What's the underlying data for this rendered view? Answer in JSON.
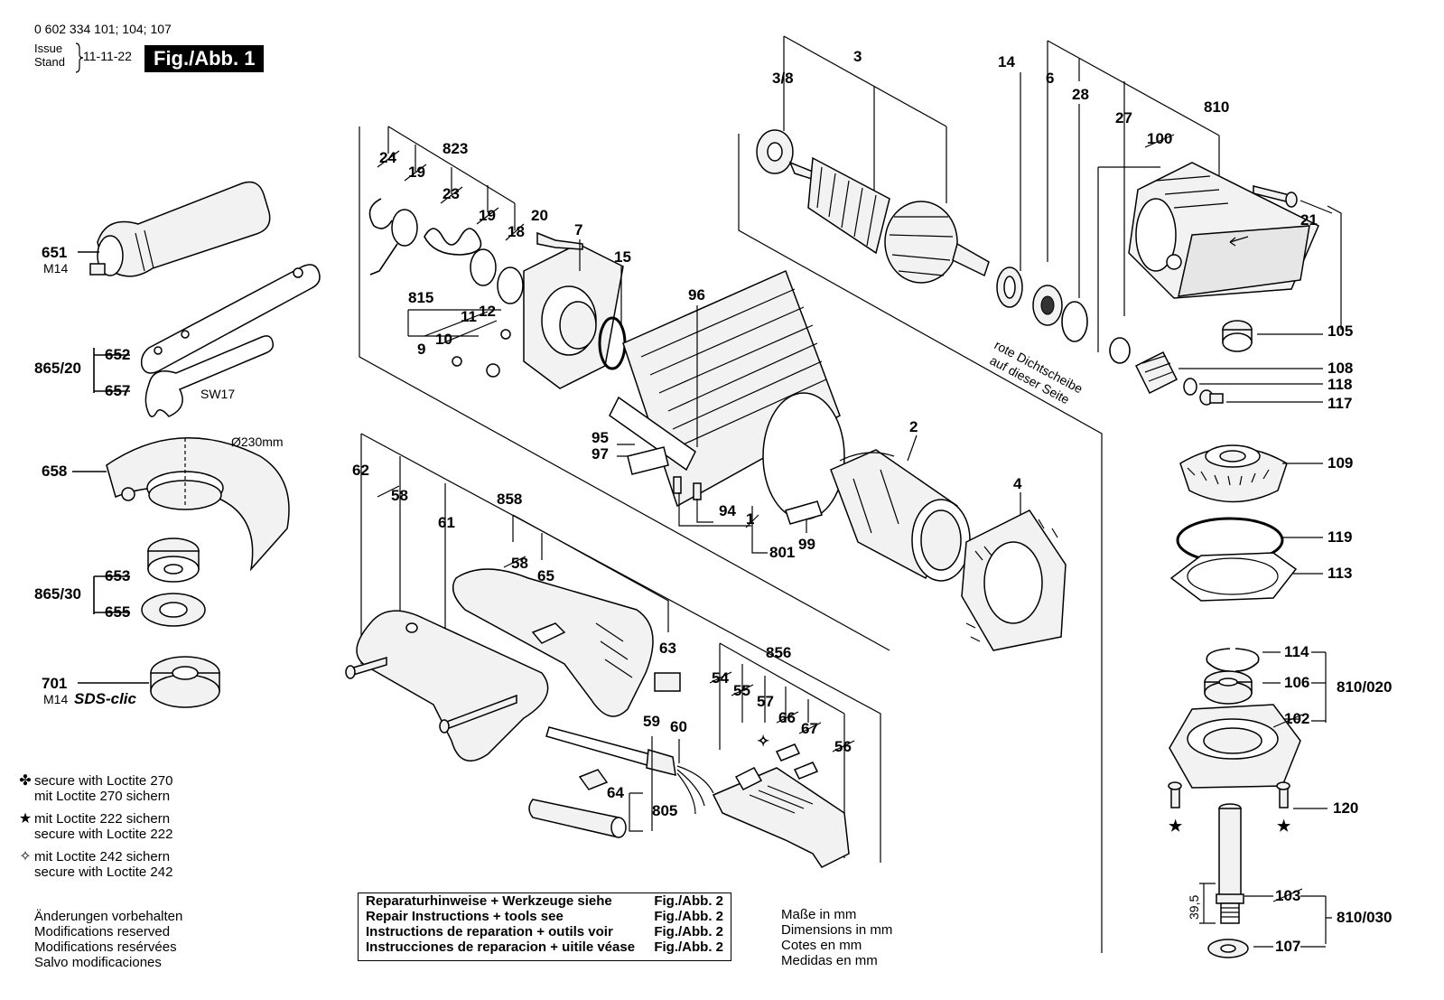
{
  "header": {
    "doc_number": "0 602 334 101; 104; 107",
    "issue_label_1": "Issue",
    "issue_label_2": "Stand",
    "issue_date": "11-11-22",
    "figure_badge": "Fig./Abb. 1"
  },
  "part_labels": {
    "p651": "651",
    "p651_sub": "M14",
    "p865_20": "865/20",
    "p652": "652",
    "p657": "657",
    "sw17": "SW17",
    "p658": "658",
    "d230": "Ø230mm",
    "p865_30": "865/30",
    "p653": "653",
    "p655": "655",
    "p701": "701",
    "p701_sub": "M14",
    "sds": "SDS-clic",
    "p24": "24",
    "p19a": "19",
    "p823": "823",
    "p23": "23",
    "p19b": "19",
    "p18": "18",
    "p20": "20",
    "p7": "7",
    "p15": "15",
    "p815": "815",
    "p11": "11",
    "p12": "12",
    "p9": "9",
    "p10": "10",
    "p96": "96",
    "p95": "95",
    "p97": "97",
    "p94": "94",
    "p99": "99",
    "p1": "1",
    "p801": "801",
    "p3_8": "3/8",
    "p3": "3",
    "p14": "14",
    "p6": "6",
    "p28": "28",
    "p27": "27",
    "p810": "810",
    "p100": "100",
    "p21": "21",
    "p105": "105",
    "rote1": "rote Dichtscheibe",
    "rote2": "auf dieser Seite",
    "p108": "108",
    "p118": "118",
    "p117": "117",
    "p2": "2",
    "p4": "4",
    "p109": "109",
    "p119": "119",
    "p113": "113",
    "p114": "114",
    "p106": "106",
    "p810_020": "810/020",
    "p102": "102",
    "p120": "120",
    "dim39_5": "39,5",
    "p103": "103",
    "p810_030": "810/030",
    "p107": "107",
    "p62": "62",
    "p58a": "58",
    "p61": "61",
    "p858": "858",
    "p58b": "58",
    "p65": "65",
    "p63": "63",
    "p59": "59",
    "p60": "60",
    "p64": "64",
    "p805": "805",
    "p856": "856",
    "p54": "54",
    "p55": "55",
    "p57": "57",
    "p66": "66",
    "p67": "67",
    "p56": "56"
  },
  "legend": [
    {
      "symbol": "✤",
      "line1": "secure with Loctite 270",
      "line2": "mit Loctite 270 sichern"
    },
    {
      "symbol": "★",
      "line1": "mit Loctite 222 sichern",
      "line2": "secure with Loctite 222"
    },
    {
      "symbol": "✧",
      "line1": "mit Loctite 242 sichern",
      "line2": "secure with Loctite 242"
    }
  ],
  "notes": [
    "Änderungen vorbehalten",
    "Modifications reserved",
    "Modifications resérvées",
    "Salvo modificaciones"
  ],
  "repair_box": [
    {
      "text": "Reparaturhinweise + Werkzeuge siehe",
      "ref": "Fig./Abb. 2"
    },
    {
      "text": "Repair Instructions + tools see",
      "ref": "Fig./Abb. 2"
    },
    {
      "text": "Instructions de reparation + outils voir",
      "ref": "Fig./Abb. 2"
    },
    {
      "text": "Instrucciones de reparacion + uitile véase",
      "ref": "Fig./Abb. 2"
    }
  ],
  "units": [
    "Maße in mm",
    "Dimensions in mm",
    "Cotes en mm",
    "Medidas en mm"
  ]
}
